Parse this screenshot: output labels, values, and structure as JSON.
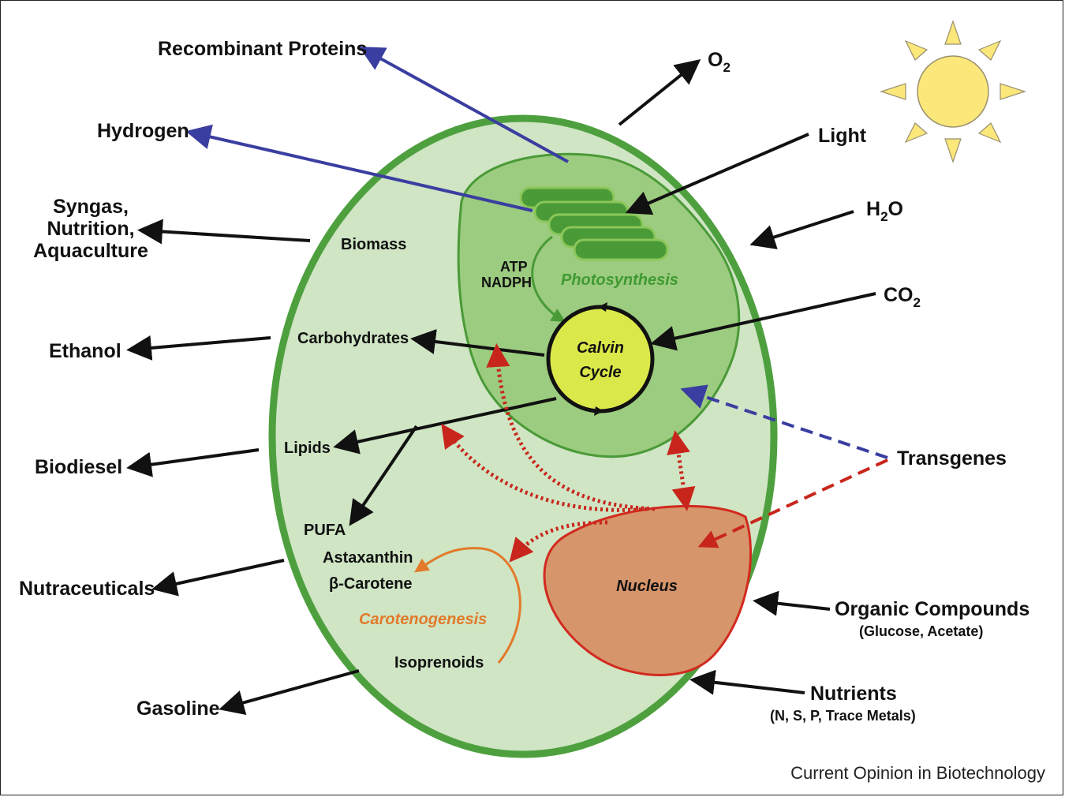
{
  "outputs": {
    "recombinant_proteins": "Recombinant Proteins",
    "hydrogen": "Hydrogen",
    "syngas_1": "Syngas,",
    "syngas_2": "Nutrition,",
    "syngas_3": "Aquaculture",
    "ethanol": "Ethanol",
    "biodiesel": "Biodiesel",
    "nutraceuticals": "Nutraceuticals",
    "gasoline": "Gasoline"
  },
  "inputs": {
    "o2": "O",
    "o2_sub": "2",
    "light": "Light",
    "h2o_h": "H",
    "h2o_sub": "2",
    "h2o_o": "O",
    "co2": "CO",
    "co2_sub": "2",
    "transgenes": "Transgenes",
    "organic": "Organic Compounds",
    "organic_sub": "(Glucose, Acetate)",
    "nutrients": "Nutrients",
    "nutrients_sub": "(N, S, P, Trace Metals)"
  },
  "cell": {
    "biomass": "Biomass",
    "carbohydrates": "Carbohydrates",
    "lipids": "Lipids",
    "pufa": "PUFA",
    "astaxanthin": "Astaxanthin",
    "carotene": "β-Carotene",
    "carotenogenesis": "Carotenogenesis",
    "isoprenoids": "Isoprenoids",
    "atp": "ATP",
    "nadph": "NADPH",
    "photosynthesis": "Photosynthesis",
    "calvin_1": "Calvin",
    "calvin_2": "Cycle",
    "nucleus": "Nucleus"
  },
  "credit": "Current Opinion in Biotechnology",
  "colors": {
    "cell_fill": "#cfe5c4",
    "cell_stroke": "#4ea03f",
    "chloroplast_fill": "#9ccc7f",
    "thylakoid": "#4a9a38",
    "calvin_fill": "#dbe84a",
    "nucleus_fill": "#d6956a",
    "nucleus_stroke": "#d22a1f",
    "sun": "#fbe77a",
    "blue_arrow": "#3a3ea0",
    "red_dotted": "#c8261c",
    "orange": "#e27a2a"
  }
}
